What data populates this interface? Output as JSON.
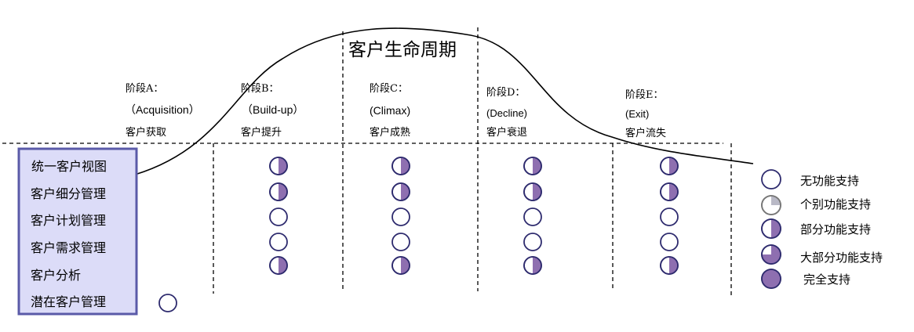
{
  "title": "客户生命周期",
  "stages": [
    {
      "name": "阶段A：",
      "english": "（Acquisition）",
      "chinese": "客户获取"
    },
    {
      "name": "阶段B：",
      "english": "（Build-up）",
      "chinese": "客户提升"
    },
    {
      "name": "阶段C：",
      "english": "(Climax)",
      "chinese": "客户成熟"
    },
    {
      "name": "阶段D：",
      "english": "(Decline)",
      "chinese": "客户衰退"
    },
    {
      "name": "阶段E：",
      "english": "(Exit)",
      "chinese": "客户流失"
    }
  ],
  "functions": [
    "统一客户视图",
    "客户细分管理",
    "客户计划管理",
    "客户需求管理",
    "客户分析",
    "潜在客户管理"
  ],
  "support_matrix": [
    {
      "function": "统一客户视图",
      "support": [
        0.5,
        0.5,
        0.5,
        0.5
      ]
    },
    {
      "function": "客户细分管理",
      "support": [
        0.5,
        0.5,
        0.5,
        0.5
      ]
    },
    {
      "function": "客户计划管理",
      "support": [
        0,
        0,
        0,
        0
      ]
    },
    {
      "function": "客户需求管理",
      "support": [
        0,
        0,
        0,
        0
      ]
    },
    {
      "function": "客户分析",
      "support": [
        0.5,
        0.5,
        0.5,
        0.5
      ]
    }
  ],
  "potential_customer_marker": {
    "function": "潜在客户管理",
    "support": 0
  },
  "legend": [
    {
      "label": "无功能支持",
      "fill": 0
    },
    {
      "label": "个别功能支持",
      "fill": 0.25
    },
    {
      "label": "部分功能支持",
      "fill": 0.5
    },
    {
      "label": "大部分功能支持",
      "fill": 0.75
    },
    {
      "label": "完全支持",
      "fill": 1
    }
  ],
  "colors": {
    "fill": "#8e6fb0",
    "outline": "#2e2b6e",
    "box_fill": "#dcdcf8",
    "box_border": "#5a5aa8",
    "quarter_fill": "#b9b9c6",
    "line": "#000000"
  }
}
